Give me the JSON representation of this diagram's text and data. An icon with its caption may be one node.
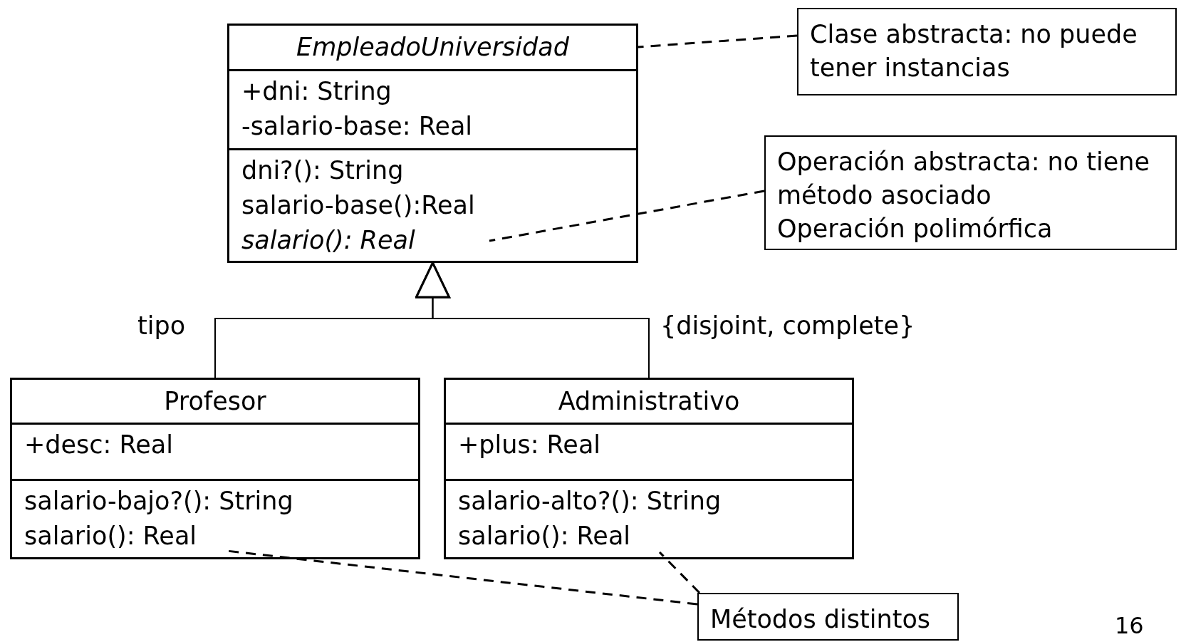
{
  "diagram": {
    "nodes": [
      {
        "text": [
          "EmpleadoUniversidad"
        ]
      },
      {
        "text": [
          "+dni: String",
          "-salario-base: Real"
        ],
        "in": 0
      },
      {
        "text": [
          "dni?(): String",
          "salario-base():Real",
          "salario(): Real"
        ],
        "in": 0
      },
      {
        "text": [
          "Profesor"
        ]
      },
      {
        "text": [
          "+desc: Real"
        ],
        "in": 3
      },
      {
        "text": [
          "salario-bajo?(): String",
          "salario(): Real"
        ],
        "in": 3
      },
      {
        "text": [
          "Administrativo"
        ]
      },
      {
        "text": [
          "+plus: Real"
        ],
        "in": 6
      },
      {
        "text": [
          "salario-alto?(): String",
          "salario(): Real"
        ],
        "in": 6
      },
      {
        "text": [
          "Clase abstracta: no puede tener instancias"
        ]
      },
      {
        "text": [
          "Operación abstracta: no tiene método asociado",
          "Operación polimórfica"
        ]
      },
      {
        "text": [
          "Métodos distintos"
        ]
      }
    ],
    "edges": [
      {
        "from": 3,
        "to": 0,
        "arrow": "to"
      },
      {
        "from": 6,
        "to": 0,
        "arrow": "to"
      },
      {
        "from": 9,
        "to": 0,
        "arrow": "none",
        "style": "dashed"
      },
      {
        "from": 10,
        "to": 2,
        "arrow": "none",
        "style": "dashed"
      },
      {
        "from": 11,
        "to": 5,
        "arrow": "none",
        "style": "dashed"
      },
      {
        "from": 11,
        "to": 8,
        "arrow": "none",
        "style": "dashed"
      }
    ],
    "labels": [
      "tipo",
      "{disjoint, complete}",
      "16"
    ]
  }
}
